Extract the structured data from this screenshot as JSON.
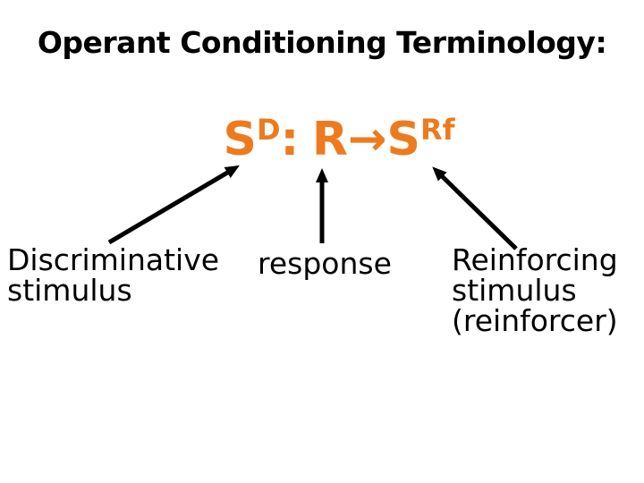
{
  "slide": {
    "title": "Operant Conditioning Terminology:",
    "formula": {
      "base1": "S",
      "sup1": "D",
      "separator": ":",
      "base2": "R",
      "arrow_glyph": "→",
      "base3": "S",
      "sup2": "Rf"
    },
    "labels": {
      "discriminative": {
        "lines": [
          "Discriminative",
          "stimulus"
        ]
      },
      "response": {
        "lines": [
          "response"
        ]
      },
      "reinforcing": {
        "lines": [
          "Reinforcing",
          "stimulus",
          "(reinforcer)"
        ]
      }
    },
    "connectors": [
      {
        "from": "Discriminative stimulus",
        "to": "SD"
      },
      {
        "from": "response",
        "to": "R"
      },
      {
        "from": "Reinforcing stimulus (reinforcer)",
        "to": "SRf"
      }
    ],
    "colors": {
      "background": "#ffffff",
      "title_text": "#000000",
      "formula_text": "#ed7b1e",
      "label_text": "#000000",
      "arrow": "#000000"
    }
  }
}
